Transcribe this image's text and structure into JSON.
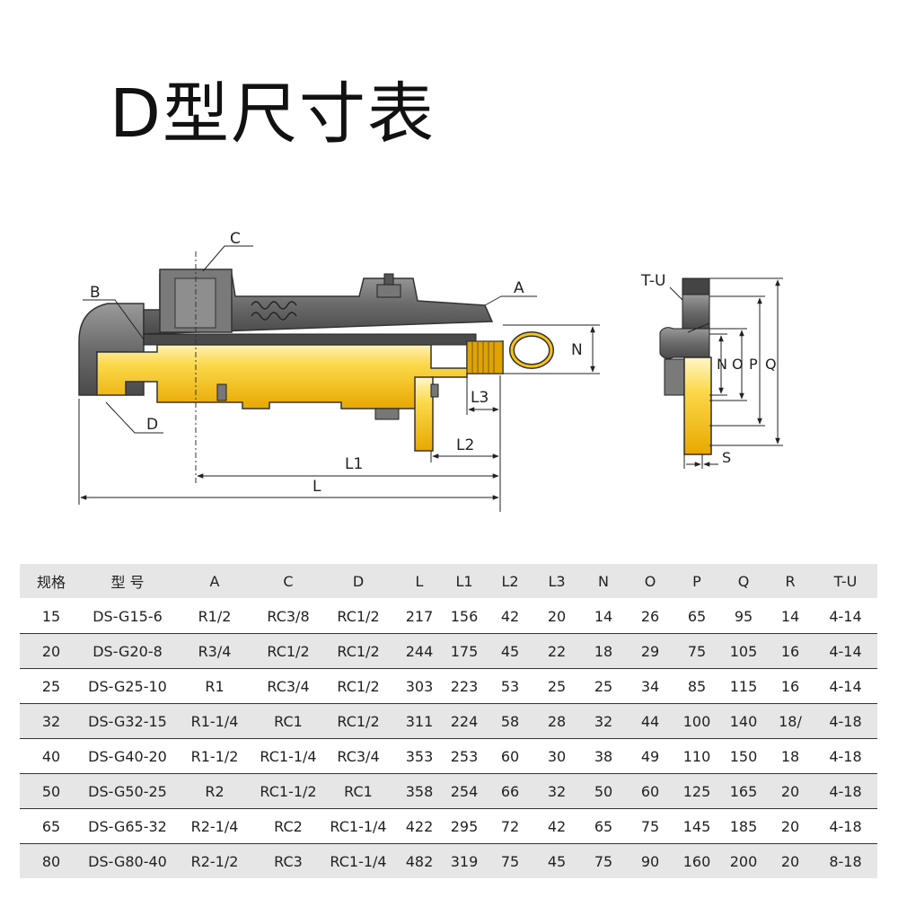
{
  "title": "D型尺寸表",
  "diagram": {
    "labels": {
      "C": "C",
      "B": "B",
      "A": "A",
      "N": "N",
      "D": "D",
      "L3": "L3",
      "L2": "L2",
      "L1": "L1",
      "L": "L",
      "TU": "T-U",
      "N2": "N",
      "O": "O",
      "P": "P",
      "Q": "Q",
      "S": "S"
    },
    "colors": {
      "yellow": "#f7c21a",
      "gray": "#6b6b6b",
      "dark": "#333333"
    }
  },
  "table": {
    "headers": [
      "规格",
      "型  号",
      "A",
      "C",
      "D",
      "L",
      "L1",
      "L2",
      "L3",
      "N",
      "O",
      "P",
      "Q",
      "R",
      "T-U"
    ],
    "rows": [
      [
        "15",
        "DS-G15-6",
        "R1/2",
        "RC3/8",
        "RC1/2",
        "217",
        "156",
        "42",
        "20",
        "14",
        "26",
        "65",
        "95",
        "14",
        "4-14"
      ],
      [
        "20",
        "DS-G20-8",
        "R3/4",
        "RC1/2",
        "RC1/2",
        "244",
        "175",
        "45",
        "22",
        "18",
        "29",
        "75",
        "105",
        "16",
        "4-14"
      ],
      [
        "25",
        "DS-G25-10",
        "R1",
        "RC3/4",
        "RC1/2",
        "303",
        "223",
        "53",
        "25",
        "25",
        "34",
        "85",
        "115",
        "16",
        "4-14"
      ],
      [
        "32",
        "DS-G32-15",
        "R1-1/4",
        "RC1",
        "RC1/2",
        "311",
        "224",
        "58",
        "28",
        "32",
        "44",
        "100",
        "140",
        "18/",
        "4-18"
      ],
      [
        "40",
        "DS-G40-20",
        "R1-1/2",
        "RC1-1/4",
        "RC3/4",
        "353",
        "253",
        "60",
        "30",
        "38",
        "49",
        "110",
        "150",
        "18",
        "4-18"
      ],
      [
        "50",
        "DS-G50-25",
        "R2",
        "RC1-1/2",
        "RC1",
        "358",
        "254",
        "66",
        "32",
        "50",
        "60",
        "125",
        "165",
        "20",
        "4-18"
      ],
      [
        "65",
        "DS-G65-32",
        "R2-1/4",
        "RC2",
        "RC1-1/4",
        "422",
        "295",
        "72",
        "42",
        "65",
        "75",
        "145",
        "185",
        "20",
        "4-18"
      ],
      [
        "80",
        "DS-G80-40",
        "R2-1/2",
        "RC3",
        "RC1-1/4",
        "482",
        "319",
        "75",
        "45",
        "75",
        "90",
        "160",
        "200",
        "20",
        "8-18"
      ]
    ]
  }
}
